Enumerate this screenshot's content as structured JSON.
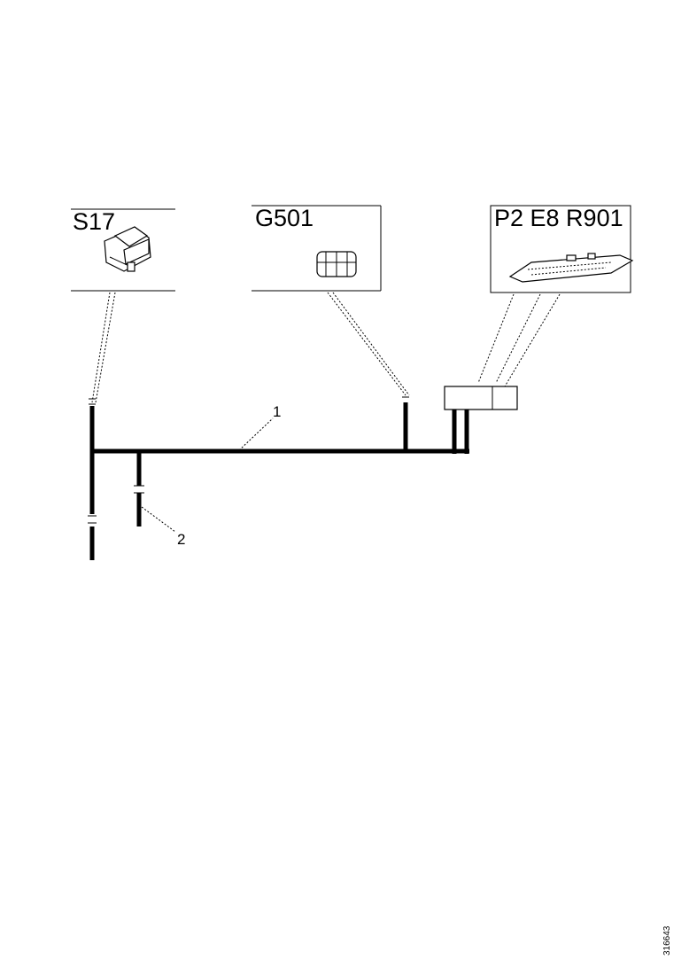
{
  "components": {
    "box1": {
      "label": "S17",
      "icon": "switch-icon"
    },
    "box2": {
      "label": "G501",
      "icon": "connector-icon"
    },
    "box3": {
      "label": "P2 E8 R901",
      "icon": "circuit-board-icon"
    }
  },
  "callouts": {
    "main_harness": "1",
    "branch_harness": "2"
  },
  "reference_code": "316643"
}
